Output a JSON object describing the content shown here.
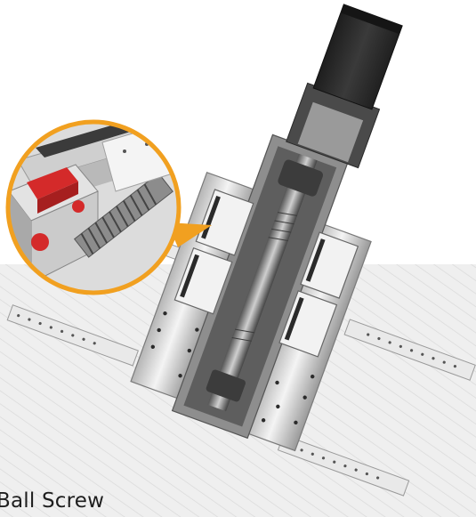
{
  "caption": "Ball Screw",
  "colors": {
    "zoom_ring": "#f1a020",
    "accent_red": "#d42a2a",
    "motor": "#2b2b2b",
    "rail": "#e6e6e6",
    "hatch_bg": "#ececec"
  },
  "icons": {
    "zoom_callout": "magnifier-circle",
    "product": "linear-actuator-module"
  }
}
